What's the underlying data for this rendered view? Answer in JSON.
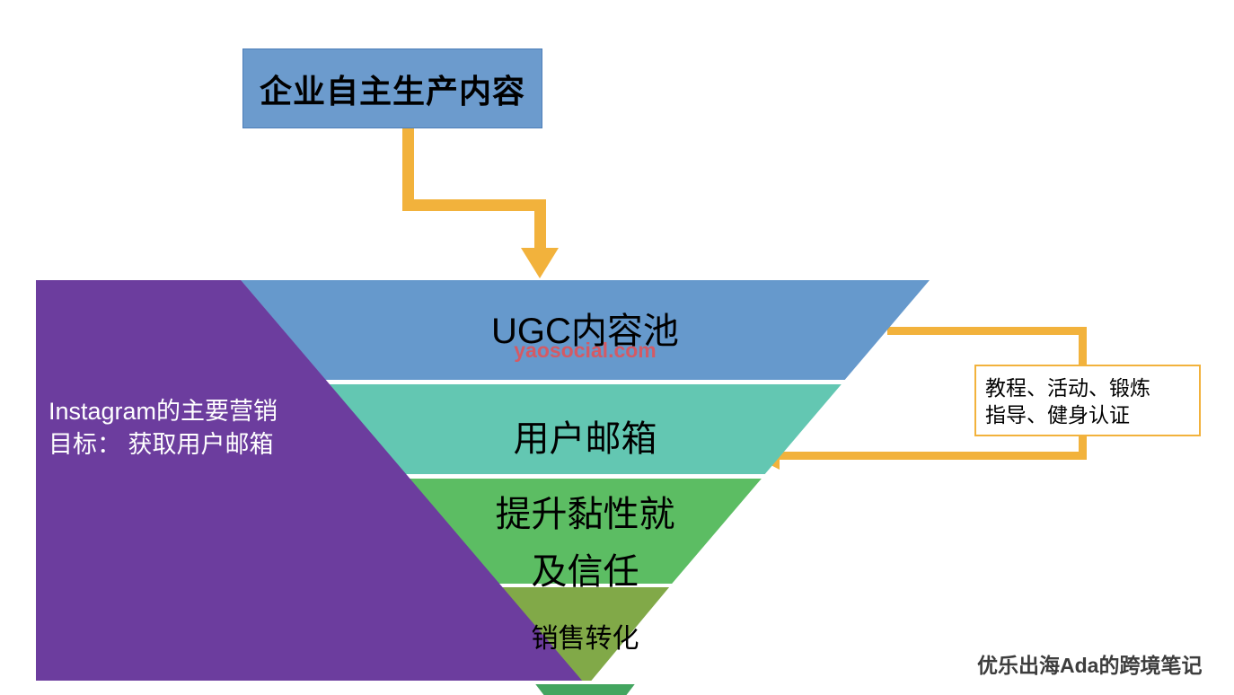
{
  "colors": {
    "source_box_fill": "#6C9BCD",
    "source_box_border": "#4D7EB8",
    "arrow_yellow": "#F2B23C",
    "purple_banner": "#6C3D9E",
    "funnel_layer1": "#6699CC",
    "funnel_layer2": "#63C7B2",
    "funnel_layer3": "#5CBD63",
    "funnel_layer4": "#81A948",
    "funnel_tip": "#43A55F",
    "callout_border": "#F2B23C",
    "watermark_red": "#F04B4B",
    "footer_text": "#3D3D3D"
  },
  "source_box": {
    "label": "企业自主生产内容"
  },
  "left_banner": {
    "line1": "Instagram的主要营销",
    "line2": "目标： 获取用户邮箱"
  },
  "funnel": {
    "watermark": "yaosocial.com",
    "layers": [
      {
        "id": "ugc-pool",
        "label": "UGC内容池"
      },
      {
        "id": "user-email",
        "label": "用户邮箱"
      },
      {
        "id": "stickiness-trust",
        "line1": "提升黏性就",
        "line2": "及信任"
      },
      {
        "id": "sales-conversion",
        "label": "销售转化"
      }
    ]
  },
  "callout": {
    "line1": "教程、活动、锻炼",
    "line2": "指导、健身认证"
  },
  "footer": {
    "watermark": "优乐出海Ada的跨境笔记"
  }
}
